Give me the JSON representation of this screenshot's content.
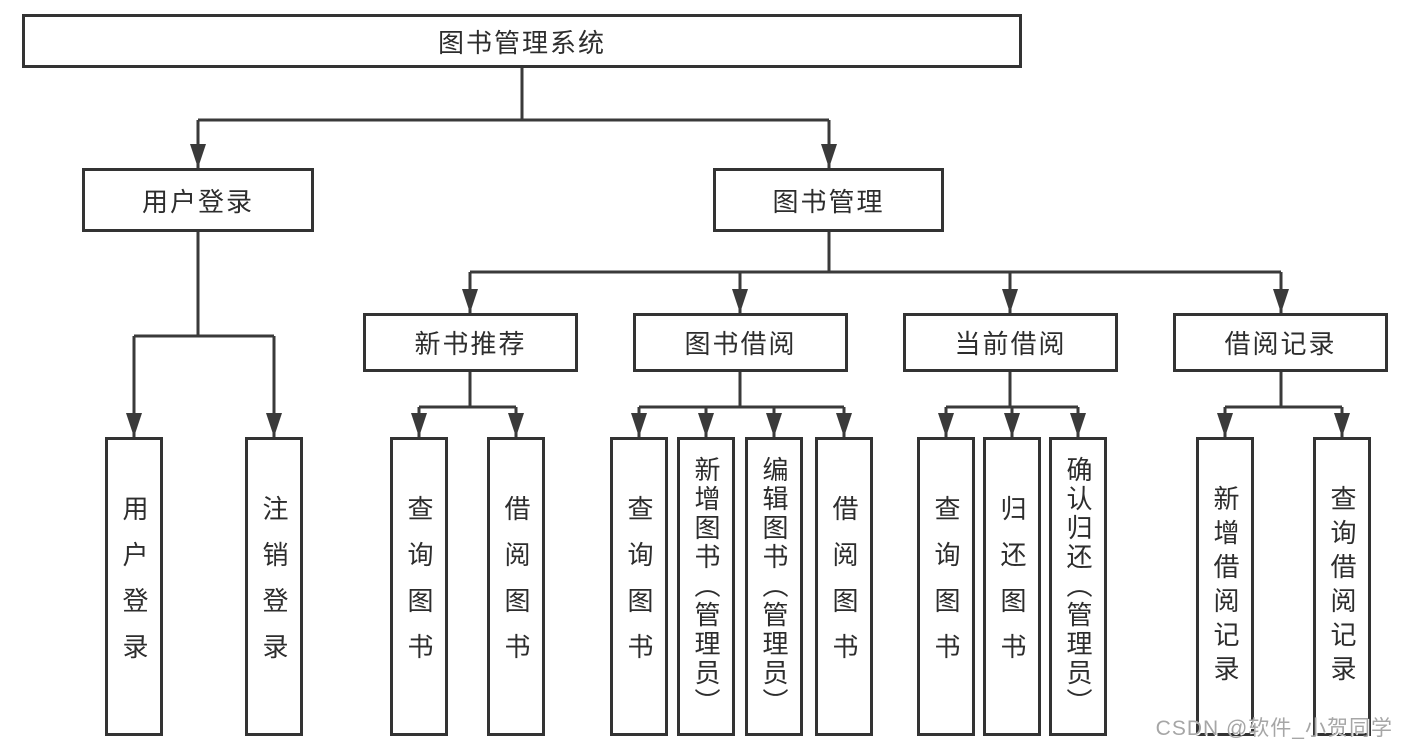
{
  "diagram": {
    "root": {
      "label": "图书管理系统"
    },
    "login": {
      "label": "用户登录",
      "children": [
        "用户登录",
        "注销登录"
      ]
    },
    "management": {
      "label": "图书管理",
      "groups": [
        {
          "label": "新书推荐",
          "children": [
            "查询图书",
            "借阅图书"
          ]
        },
        {
          "label": "图书借阅",
          "children": [
            "查询图书",
            "新增图书（管理员）",
            "编辑图书（管理员）",
            "借阅图书"
          ]
        },
        {
          "label": "当前借阅",
          "children": [
            "查询图书",
            "归还图书",
            "确认归还（管理员）"
          ]
        },
        {
          "label": "借阅记录",
          "children": [
            "新增借阅记录",
            "查询借阅记录"
          ]
        }
      ]
    }
  },
  "colors": {
    "line": "#3a3a3a",
    "border": "#333333",
    "text": "#2d2d2d",
    "watermark": "#a6a6a6"
  },
  "watermark": {
    "text": "CSDN @软件_小贺同学"
  }
}
